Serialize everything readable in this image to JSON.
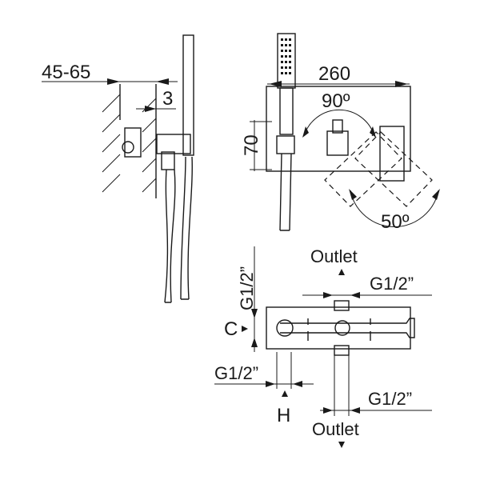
{
  "labels": {
    "wall_depth": "45-65",
    "offset": "3",
    "width": "260",
    "height": "70",
    "rotation_top": "90º",
    "rotation_bottom": "50º",
    "outlet_top": "Outlet",
    "outlet_bottom": "Outlet",
    "thread_left_vertical": "G1/2”",
    "thread_right_top": "G1/2”",
    "thread_left_bottom": "G1/2”",
    "thread_right_bottom": "G1/2”",
    "cold": "C",
    "hot": "H"
  }
}
